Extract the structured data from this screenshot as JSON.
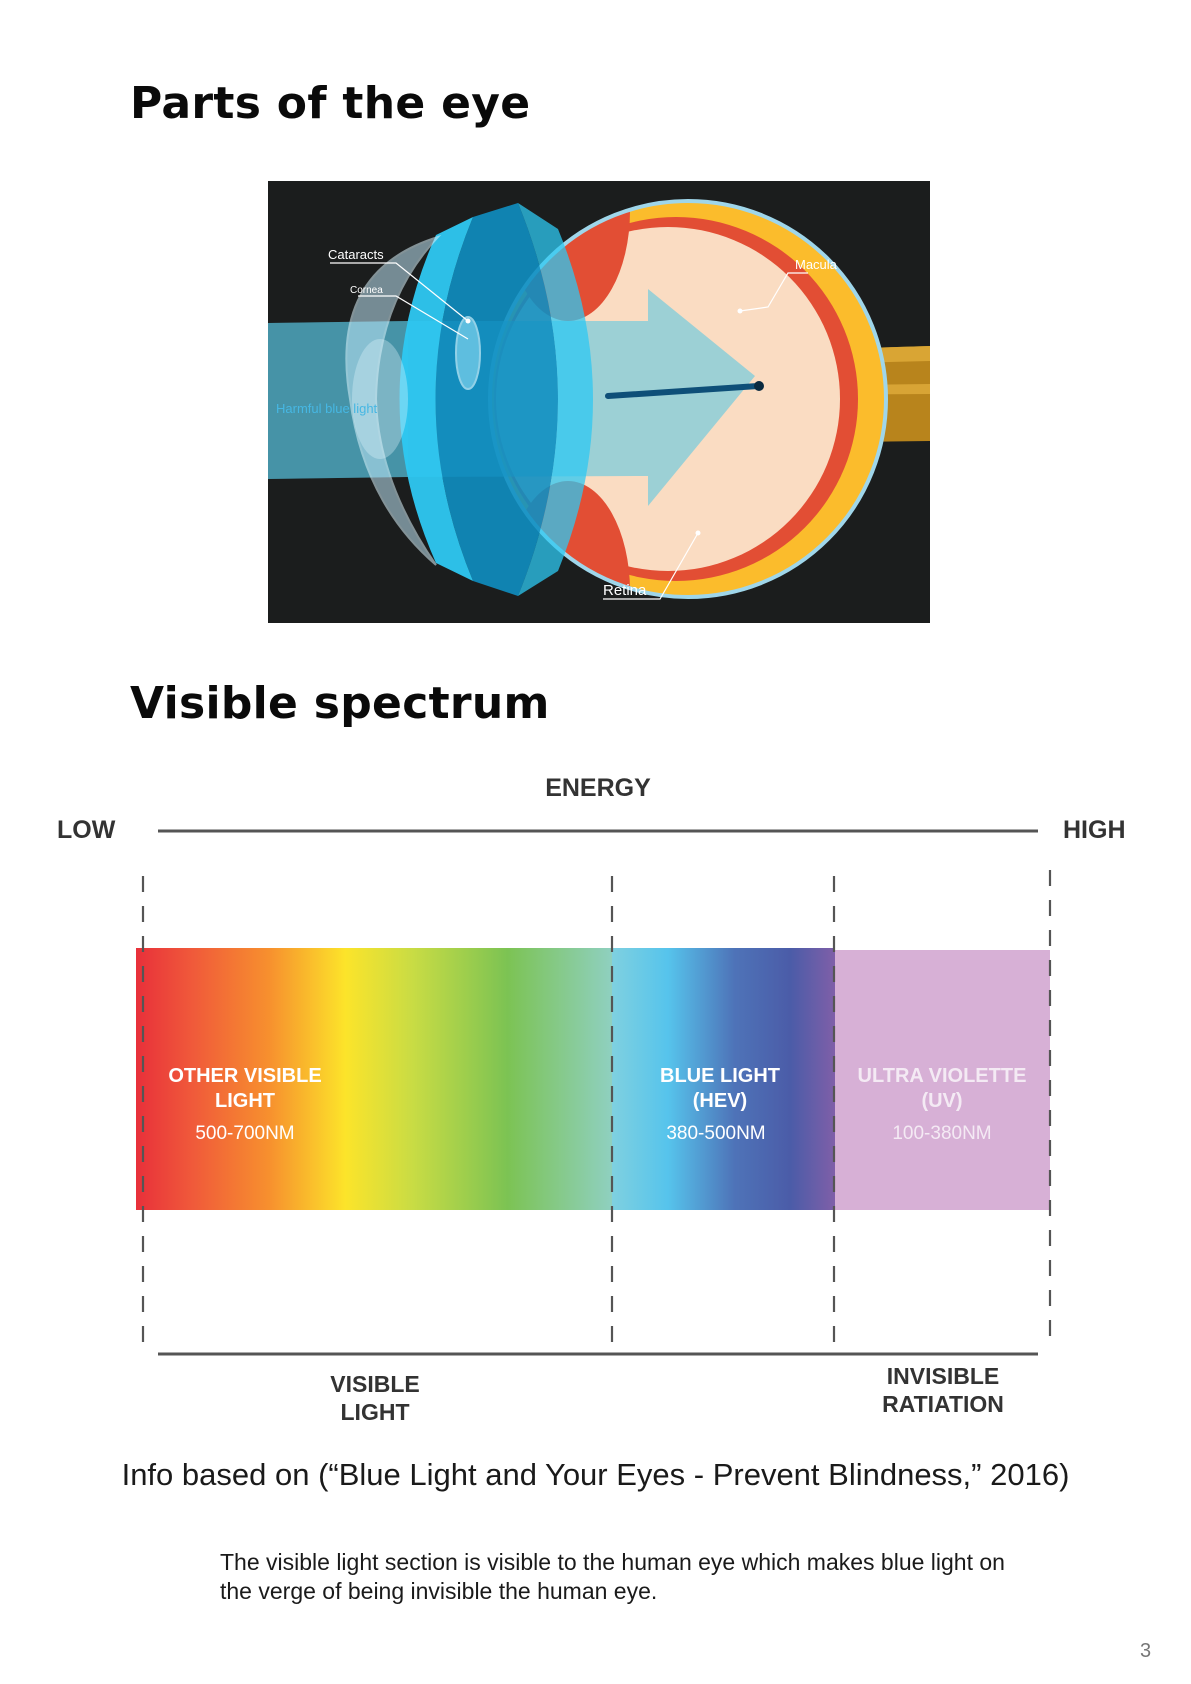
{
  "section1": {
    "title": "Parts of the eye"
  },
  "eye": {
    "labels": {
      "cataracts": "Cataracts",
      "cornea": "Cornea",
      "macula": "Macula",
      "harmful": "Harmful blue light",
      "retina": "Retina"
    },
    "colors": {
      "background": "#1b1d1d",
      "blue_light": "#2ec8f2",
      "iris": "#e24e34",
      "retina_yellow": "#fbbc2c",
      "optic_nerve": "#c08a1a"
    }
  },
  "section2": {
    "title": "Visible spectrum"
  },
  "spectrum": {
    "energy_label": "ENERGY",
    "low_label": "LOW",
    "high_label": "HIGH",
    "bands": [
      {
        "title_line1": "OTHER VISIBLE",
        "title_line2": "LIGHT",
        "range": "500-700NM"
      },
      {
        "title_line1": "BLUE LIGHT",
        "title_line2": "(HEV)",
        "range": "380-500NM"
      },
      {
        "title_line1": "ULTRA VIOLETTE",
        "title_line2": "(UV)",
        "range": "100-380NM"
      }
    ],
    "bottom_left_line1": "VISIBLE",
    "bottom_left_line2": "LIGHT",
    "bottom_right_line1": "INVISIBLE",
    "bottom_right_line2": "RATIATION",
    "colors": {
      "uv": "#d7b0d6",
      "axis": "#555555"
    }
  },
  "citation": "Info based on (“Blue Light and Your Eyes - Prevent Blindness,” 2016)",
  "note": "The visible light section is visible to the human eye which makes blue light on the verge of being invisible the human eye.",
  "page_number": "3"
}
